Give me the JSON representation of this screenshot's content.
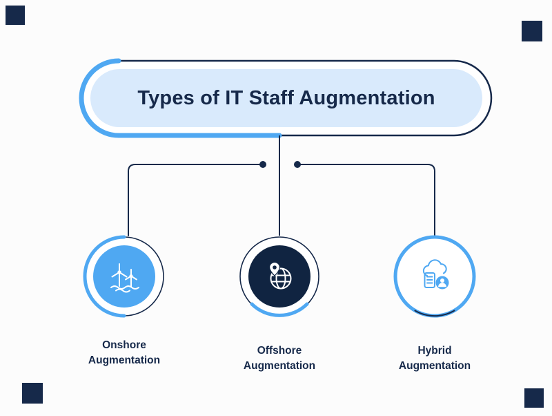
{
  "title": "Types of IT Staff Augmentation",
  "colors": {
    "navy": "#16294a",
    "blue": "#4fa8f2",
    "light_blue": "#d9eafc",
    "dark_disc": "#102441",
    "background": "#fcfcfc",
    "white": "#ffffff"
  },
  "nodes": [
    {
      "id": "onshore",
      "label": "Onshore\nAugmentation",
      "icon": "wind-turbine-icon"
    },
    {
      "id": "offshore",
      "label": "Offshore\nAugmentation",
      "icon": "globe-location-pin-icon"
    },
    {
      "id": "hybrid",
      "label": "Hybrid\nAugmentation",
      "icon": "cloud-device-person-icon"
    }
  ]
}
